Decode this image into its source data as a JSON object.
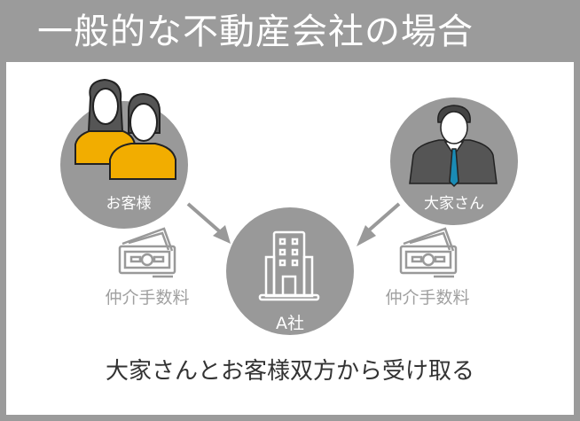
{
  "title": "一般的な不動産会社の場合",
  "nodes": {
    "customer": "お客様",
    "landlord": "大家さん",
    "company": "A社"
  },
  "fees": {
    "left": "仲介手数料",
    "right": "仲介手数料"
  },
  "summary": "大家さんとお客様双方から受け取る",
  "colors": {
    "frame": "#9b9b9b",
    "shirt": "#f2ad00",
    "tie": "#1a8bb5"
  }
}
